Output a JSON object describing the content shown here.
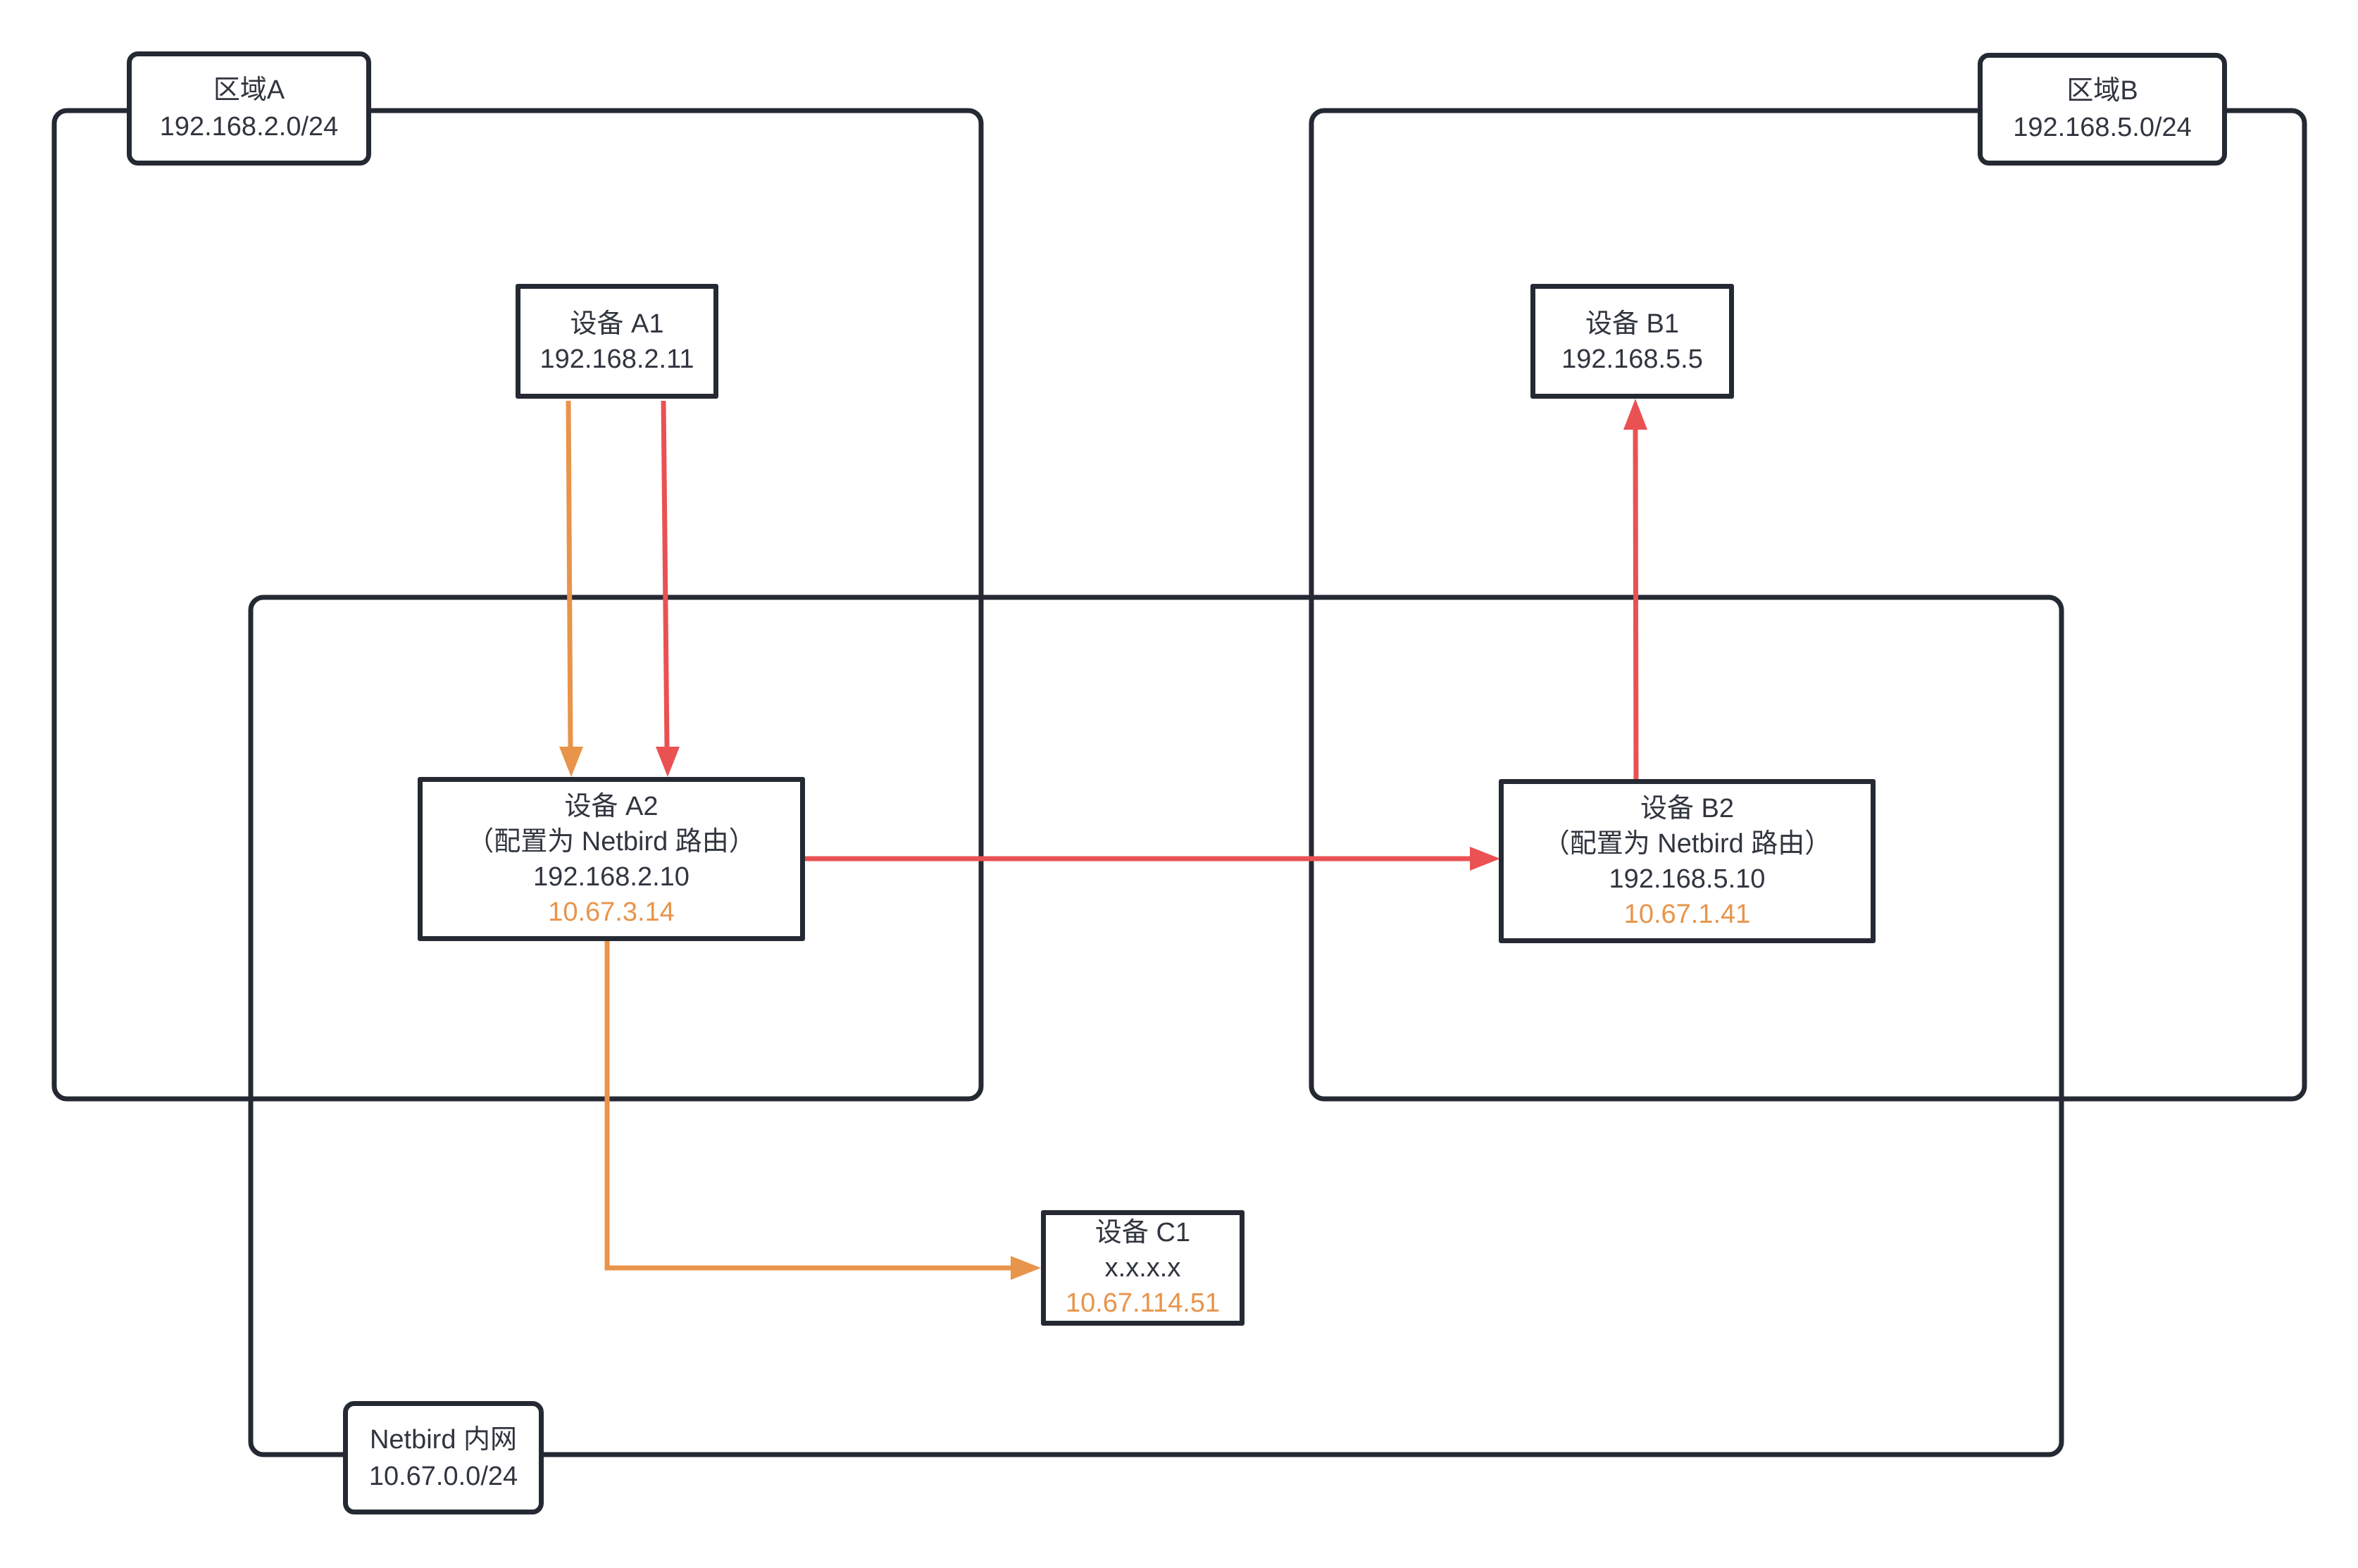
{
  "diagram": {
    "background": "#ffffff",
    "colors": {
      "ink": "#242933",
      "text": "#30353E",
      "red": "#EA5153",
      "orange": "#E8944A"
    },
    "regions": {
      "region_a": {
        "title": "区域A",
        "subnet": "192.168.2.0/24"
      },
      "region_b": {
        "title": "区域B",
        "subnet": "192.168.5.0/24"
      },
      "netbird": {
        "title": "Netbird 内网",
        "subnet": "10.67.0.0/24"
      }
    },
    "devices": {
      "a1": {
        "name": "设备 A1",
        "ip": "192.168.2.11"
      },
      "b1": {
        "name": "设备 B1",
        "ip": "192.168.5.5"
      },
      "a2": {
        "name": "设备 A2",
        "role": "（配置为 Netbird 路由）",
        "ip": "192.168.2.10",
        "netbird_ip": "10.67.3.14"
      },
      "b2": {
        "name": "设备 B2",
        "role": "（配置为 Netbird 路由）",
        "ip": "192.168.5.10",
        "netbird_ip": "10.67.1.41"
      },
      "c1": {
        "name": "设备 C1",
        "ip": "x.x.x.x",
        "netbird_ip": "10.67.114.51"
      }
    },
    "edges": [
      {
        "from": "设备 A1",
        "to": "设备 A2",
        "color": "orange"
      },
      {
        "from": "设备 A1",
        "to": "设备 A2",
        "color": "red"
      },
      {
        "from": "设备 A2",
        "to": "设备 B2",
        "color": "red"
      },
      {
        "from": "设备 B2",
        "to": "设备 B1",
        "color": "red"
      },
      {
        "from": "设备 A2",
        "to": "设备 C1",
        "color": "orange"
      }
    ]
  }
}
